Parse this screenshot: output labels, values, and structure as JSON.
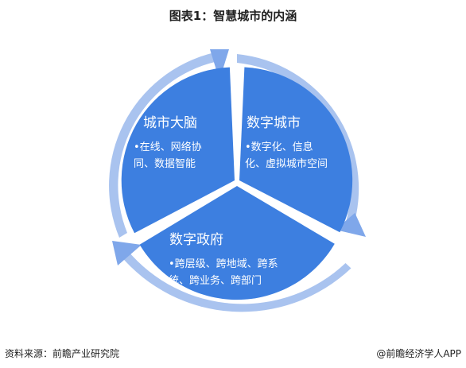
{
  "title": "图表1：智慧城市的内涵",
  "segments": [
    {
      "heading": "城市大脑",
      "bullets": "•在线、网络协同、数据智能"
    },
    {
      "heading": "数字城市",
      "bullets": "•数字化、信息化、虚拟城市空间"
    },
    {
      "heading": "数字政府",
      "bullets": "•跨层级、跨地域、跨系统、跨业务、跨部门"
    }
  ],
  "footer": {
    "source": "资料来源：前瞻产业研究院",
    "brand": "@前瞻经济学人APP"
  },
  "colors": {
    "segment_fill": "#3d7fe0",
    "ring_fill": "#a9c3ef",
    "arrow_fill": "#7fa7ea"
  }
}
